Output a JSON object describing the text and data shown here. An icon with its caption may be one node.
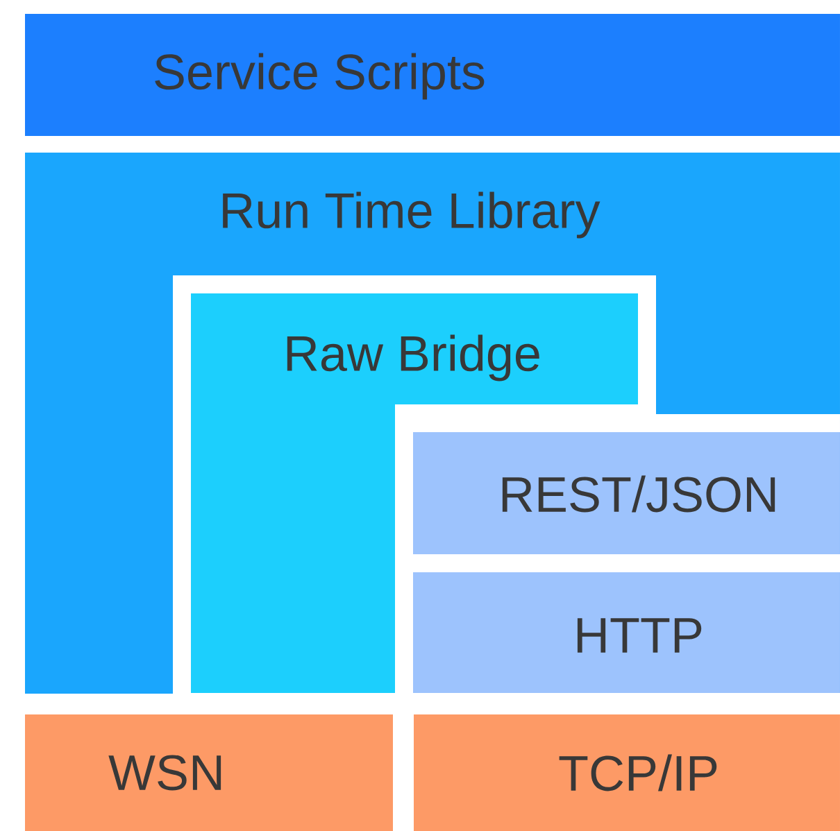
{
  "diagram": {
    "nodes": [
      {
        "text": [
          "Service Scripts"
        ]
      },
      {
        "text": [
          "Run Time Library"
        ]
      },
      {
        "text": [
          "Raw Bridge"
        ],
        "in": 1
      },
      {
        "text": [
          "REST/JSON"
        ],
        "in": 1
      },
      {
        "text": [
          "HTTP"
        ],
        "in": 1
      },
      {
        "text": [
          "WSN"
        ]
      },
      {
        "text": [
          "TCP/IP"
        ]
      }
    ]
  }
}
